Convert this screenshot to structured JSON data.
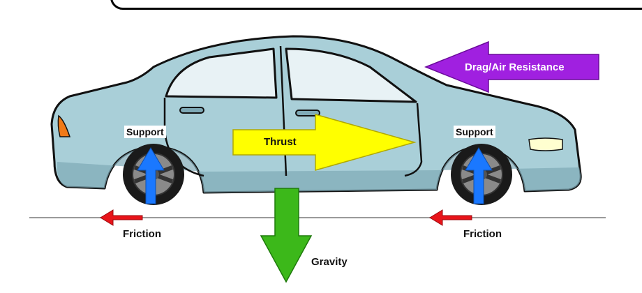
{
  "forces": {
    "drag": "Drag/Air Resistance",
    "thrust": "Thrust",
    "support_rear": "Support",
    "support_front": "Support",
    "friction_rear": "Friction",
    "friction_front": "Friction",
    "gravity": "Gravity"
  },
  "colors": {
    "drag": "#a020e0",
    "thrust": "#ffff00",
    "support": "#1a78ff",
    "friction": "#e8141a",
    "gravity": "#3cb81a",
    "car_body": "#a9cfd8",
    "ground": "#9a9a9a"
  }
}
